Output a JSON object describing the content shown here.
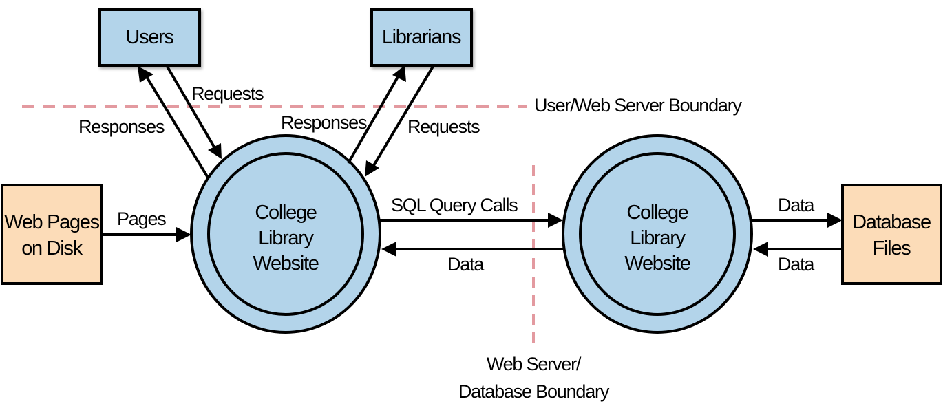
{
  "colors": {
    "entity_blue": "#b3d4ea",
    "entity_orange": "#fcdcb8",
    "process_fill": "#b3d4ea",
    "stroke": "#000000",
    "boundary": "#e39aa0"
  },
  "entities": {
    "users": "Users",
    "librarians": "Librarians",
    "web_pages": [
      "Web Pages",
      "on Disk"
    ],
    "database_files": [
      "Database",
      "Files"
    ]
  },
  "processes": {
    "web_server": [
      "College",
      "Library",
      "Website"
    ],
    "database": [
      "College",
      "Library",
      "Website"
    ]
  },
  "flows": {
    "users_requests": "Requests",
    "users_responses": "Responses",
    "librarians_responses": "Responses",
    "librarians_requests": "Requests",
    "pages": "Pages",
    "sql_query_calls": "SQL Query Calls",
    "data_back": "Data",
    "data_to_files": "Data",
    "data_from_files": "Data"
  },
  "boundaries": {
    "user_web": "User/Web Server Boundary",
    "web_db": [
      "Web Server/",
      "Database Boundary"
    ]
  }
}
